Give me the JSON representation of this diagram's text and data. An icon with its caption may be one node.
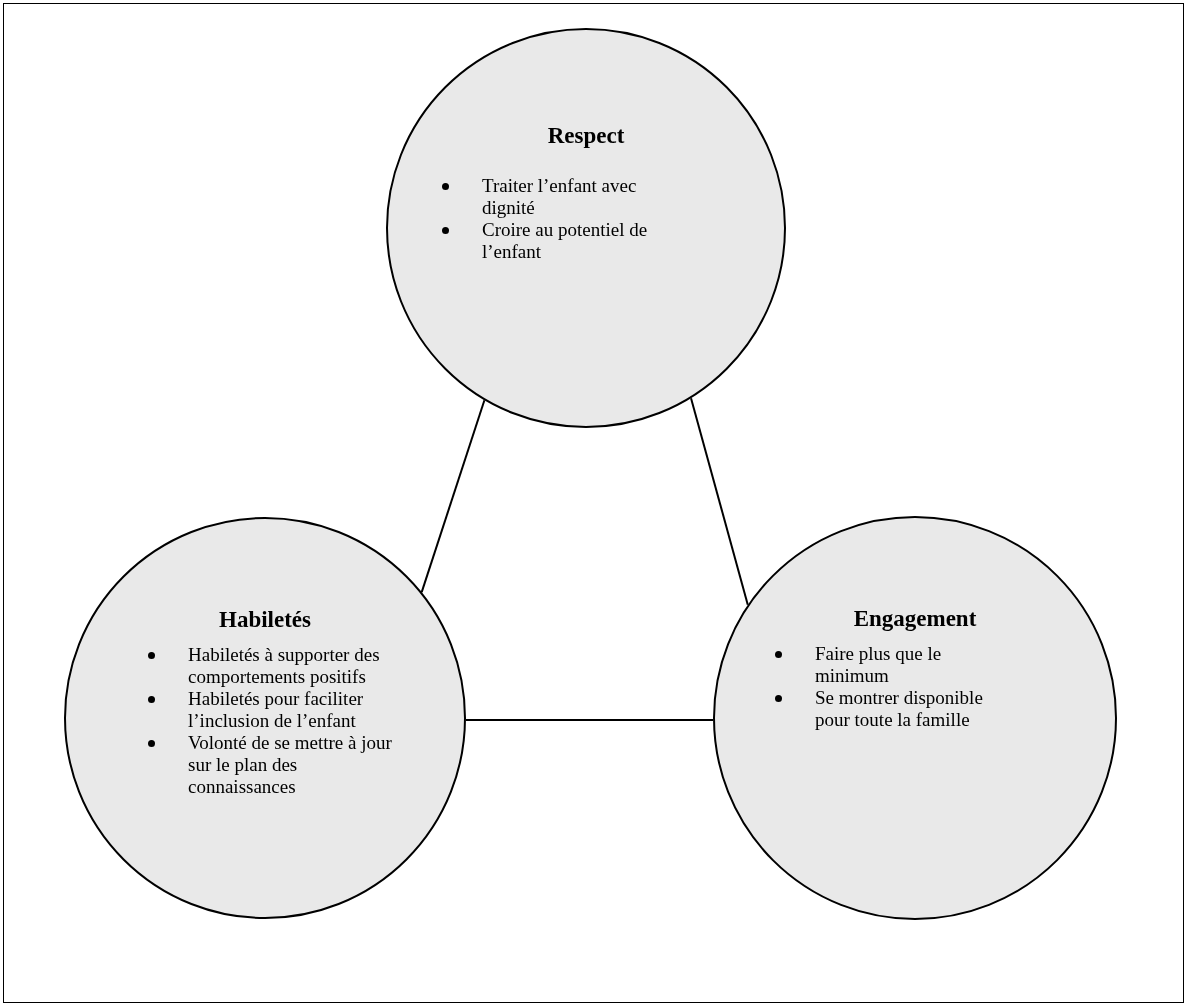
{
  "diagram": {
    "nodes": [
      {
        "text": [
          "Respect",
          "Traiter l’enfant avec dignité",
          "Croire au potentiel de l’enfant"
        ]
      },
      {
        "text": [
          "Habiletés",
          "Habiletés à supporter des comportements positifs",
          "Habiletés pour faciliter l’inclusion de l’enfant",
          "Volonté de se mettre à jour sur le plan des connaissances"
        ]
      },
      {
        "text": [
          "Engagement",
          "Faire plus que le minimum",
          "Se montrer disponible pour toute la famille"
        ]
      }
    ],
    "edges": [
      {
        "from": 0,
        "to": 1,
        "arrow": "none"
      },
      {
        "from": 0,
        "to": 2,
        "arrow": "none"
      },
      {
        "from": 1,
        "to": 2,
        "arrow": "none"
      }
    ]
  }
}
